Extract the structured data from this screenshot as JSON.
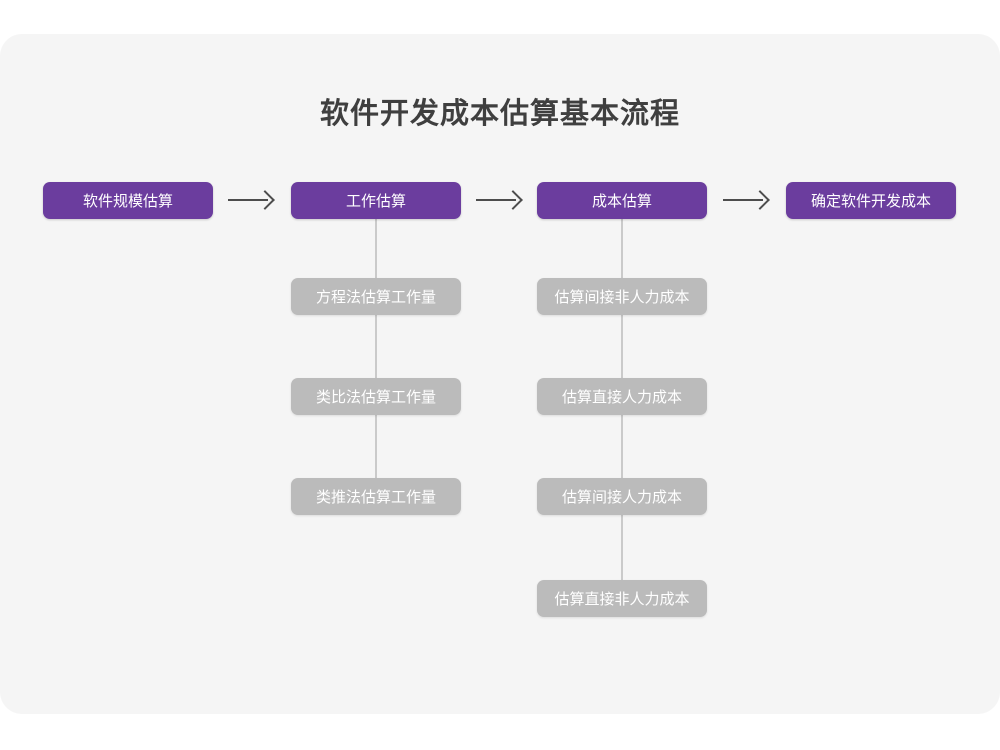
{
  "page": {
    "background_color": "#ffffff",
    "card_color": "#f5f5f5",
    "accent_color": "#6b3d9e",
    "muted_color": "#bbbbbb",
    "connector_color": "#cacaca",
    "arrow_color": "#4d4d4d"
  },
  "diagram": {
    "title": "软件开发成本估算基本流程",
    "type": "flowchart",
    "main_flow": [
      {
        "id": "step-1",
        "label": "软件规模估算",
        "style": "primary"
      },
      {
        "id": "step-2",
        "label": "工作估算",
        "style": "primary"
      },
      {
        "id": "step-3",
        "label": "成本估算",
        "style": "primary"
      },
      {
        "id": "step-4",
        "label": "确定软件开发成本",
        "style": "primary"
      }
    ],
    "arrows": [
      {
        "id": "arrow-1",
        "glyph": "→",
        "from": "step-1",
        "to": "step-2"
      },
      {
        "id": "arrow-2",
        "glyph": "→",
        "from": "step-2",
        "to": "step-3"
      },
      {
        "id": "arrow-3",
        "glyph": "→",
        "from": "step-3",
        "to": "step-4"
      }
    ],
    "branches": [
      {
        "id": "branch-work-estimation",
        "parent": "step-2",
        "items": [
          {
            "id": "work-1",
            "label": "方程法估算工作量",
            "style": "secondary"
          },
          {
            "id": "work-2",
            "label": "类比法估算工作量",
            "style": "secondary"
          },
          {
            "id": "work-3",
            "label": "类推法估算工作量",
            "style": "secondary"
          }
        ]
      },
      {
        "id": "branch-cost-estimation",
        "parent": "step-3",
        "items": [
          {
            "id": "cost-1",
            "label": "估算间接非人力成本",
            "style": "secondary"
          },
          {
            "id": "cost-2",
            "label": "估算直接人力成本",
            "style": "secondary"
          },
          {
            "id": "cost-3",
            "label": "估算间接人力成本",
            "style": "secondary"
          },
          {
            "id": "cost-4",
            "label": "估算直接非人力成本",
            "style": "secondary"
          }
        ]
      }
    ]
  }
}
